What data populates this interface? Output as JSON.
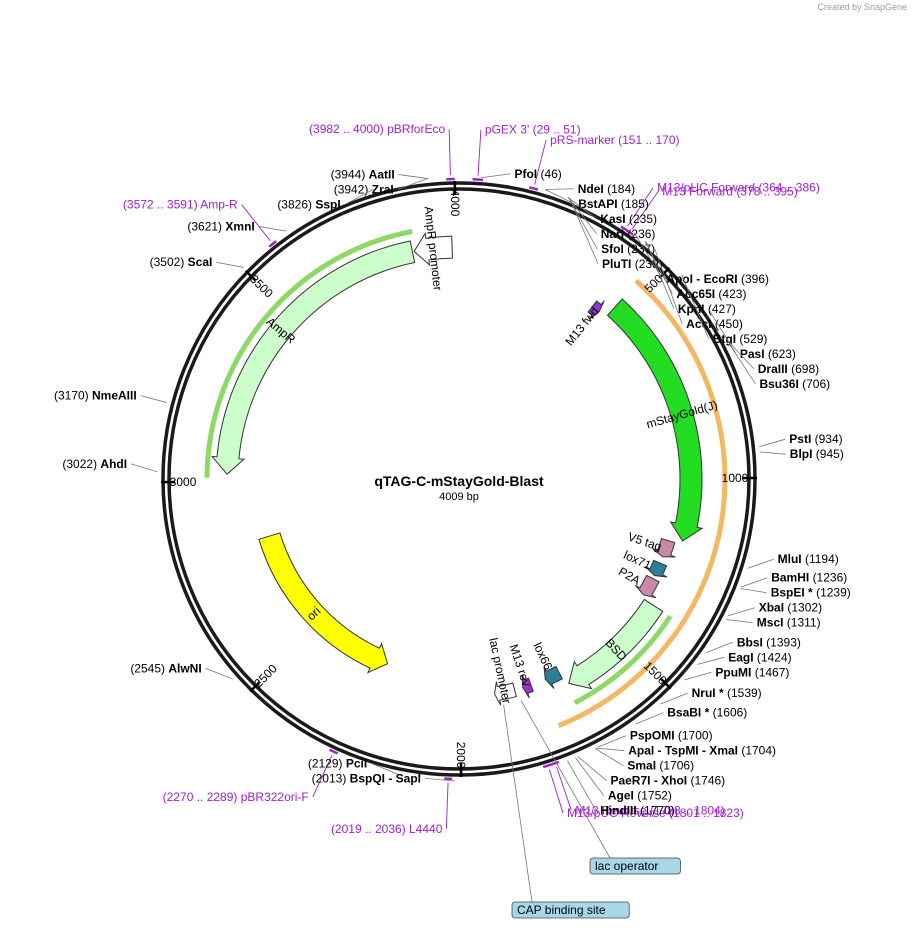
{
  "credit": "Created by SnapGene",
  "plasmid": {
    "name": "qTAG-C-mStayGold-Blast",
    "size_label": "4009 bp",
    "length": 4009
  },
  "ticks": [
    {
      "pos": 500,
      "label": "500"
    },
    {
      "pos": 1000,
      "label": "1000"
    },
    {
      "pos": 1500,
      "label": "1500"
    },
    {
      "pos": 2000,
      "label": "2000"
    },
    {
      "pos": 2500,
      "label": "2500"
    },
    {
      "pos": 3000,
      "label": "3000"
    },
    {
      "pos": 3500,
      "label": "3500"
    },
    {
      "pos": 4000,
      "label": "4000"
    }
  ],
  "sites_right": [
    {
      "pos": 46,
      "name": "PfoI",
      "coord": "(46)"
    },
    {
      "pos": 184,
      "name": "NdeI",
      "coord": "(184)"
    },
    {
      "pos": 185,
      "name": "BstAPI",
      "coord": "(185)"
    },
    {
      "pos": 235,
      "name": "KasI",
      "coord": "(235)"
    },
    {
      "pos": 236,
      "name": "NarI",
      "coord": "(236)"
    },
    {
      "pos": 237,
      "name": "SfoI",
      "coord": "(237)"
    },
    {
      "pos": 239,
      "name": "PluTI",
      "coord": "(239)"
    },
    {
      "pos": 396,
      "name": "ApoI - EcoRI",
      "coord": "(396)"
    },
    {
      "pos": 423,
      "name": "Acc65I",
      "coord": "(423)"
    },
    {
      "pos": 427,
      "name": "KpnI",
      "coord": "(427)"
    },
    {
      "pos": 450,
      "name": "AccI",
      "coord": "(450)"
    },
    {
      "pos": 529,
      "name": "BtgI",
      "coord": "(529)"
    },
    {
      "pos": 623,
      "name": "PasI",
      "coord": "(623)"
    },
    {
      "pos": 698,
      "name": "DraIII",
      "coord": "(698)"
    },
    {
      "pos": 706,
      "name": "Bsu36I",
      "coord": "(706)"
    },
    {
      "pos": 934,
      "name": "PstI",
      "coord": "(934)"
    },
    {
      "pos": 945,
      "name": "BlpI",
      "coord": "(945)"
    },
    {
      "pos": 1194,
      "name": "MluI",
      "coord": "(1194)"
    },
    {
      "pos": 1236,
      "name": "BamHI",
      "coord": "(1236)"
    },
    {
      "pos": 1239,
      "name": "BspEI *",
      "coord": "(1239)"
    },
    {
      "pos": 1302,
      "name": "XbaI",
      "coord": "(1302)"
    },
    {
      "pos": 1311,
      "name": "MscI",
      "coord": "(1311)"
    },
    {
      "pos": 1393,
      "name": "BbsI",
      "coord": "(1393)"
    },
    {
      "pos": 1424,
      "name": "EagI",
      "coord": "(1424)"
    },
    {
      "pos": 1467,
      "name": "PpuMI",
      "coord": "(1467)"
    },
    {
      "pos": 1539,
      "name": "NruI *",
      "coord": "(1539)"
    },
    {
      "pos": 1606,
      "name": "BsaBI *",
      "coord": "(1606)"
    },
    {
      "pos": 1700,
      "name": "PspOMI",
      "coord": "(1700)"
    },
    {
      "pos": 1704,
      "name": "ApaI - TspMI - XmaI",
      "coord": "(1704)"
    },
    {
      "pos": 1706,
      "name": "SmaI",
      "coord": "(1706)"
    },
    {
      "pos": 1746,
      "name": "PaeR7I - XhoI",
      "coord": "(1746)"
    },
    {
      "pos": 1752,
      "name": "AgeI",
      "coord": "(1752)"
    },
    {
      "pos": 1770,
      "name": "HindIII",
      "coord": "(1770)"
    }
  ],
  "sites_left": [
    {
      "pos": 3944,
      "name": "AatII",
      "coord": "(3944)"
    },
    {
      "pos": 3942,
      "name": "ZraI",
      "coord": "(3942)"
    },
    {
      "pos": 3826,
      "name": "SspI",
      "coord": "(3826)"
    },
    {
      "pos": 3621,
      "name": "XmnI",
      "coord": "(3621)"
    },
    {
      "pos": 3502,
      "name": "ScaI",
      "coord": "(3502)"
    },
    {
      "pos": 3170,
      "name": "NmeAIII",
      "coord": "(3170)"
    },
    {
      "pos": 3022,
      "name": "AhdI",
      "coord": "(3022)"
    },
    {
      "pos": 2545,
      "name": "AlwNI",
      "coord": "(2545)"
    },
    {
      "pos": 2129,
      "name": "PciI",
      "coord": "(2129)"
    },
    {
      "pos": 2013,
      "name": "BspQI - SapI",
      "coord": "(2013)"
    }
  ],
  "primers": [
    {
      "start": 3982,
      "end": 4000,
      "name": "pBRforEco",
      "coord": "(3982 .. 4000)",
      "side": "left"
    },
    {
      "start": 29,
      "end": 51,
      "name": "pGEX 3'",
      "coord": "(29 .. 51)",
      "side": "right"
    },
    {
      "start": 151,
      "end": 170,
      "name": "pRS-marker",
      "coord": "(151 .. 170)",
      "side": "right"
    },
    {
      "start": 364,
      "end": 386,
      "name": "M13/pUC Forward",
      "coord": "(364 .. 386)",
      "side": "right"
    },
    {
      "start": 378,
      "end": 395,
      "name": "M13 Forward",
      "coord": "(378 .. 395)",
      "side": "right"
    },
    {
      "start": 3572,
      "end": 3591,
      "name": "Amp-R",
      "coord": "(3572 .. 3591)",
      "side": "left"
    },
    {
      "start": 2270,
      "end": 2289,
      "name": "pBR322ori-F",
      "coord": "(2270 .. 2289)",
      "side": "left"
    },
    {
      "start": 2019,
      "end": 2036,
      "name": "L4440",
      "coord": "(2019 .. 2036)",
      "side": "left"
    },
    {
      "start": 1788,
      "end": 1804,
      "name": "M13 Reverse",
      "coord": "(1788 .. 1804)",
      "side": "right"
    },
    {
      "start": 1801,
      "end": 1823,
      "name": "M13/pUC Reverse",
      "coord": "(1801 .. 1823)",
      "side": "right"
    }
  ],
  "boxed_labels": [
    {
      "name": "lac operator",
      "pos": 1830
    },
    {
      "name": "CAP binding site",
      "pos": 1880
    }
  ],
  "features": [
    {
      "name": "AmpR promoter",
      "start": 3990,
      "end": 3885,
      "color": "#ffffff",
      "kind": "arrow"
    },
    {
      "name": "AmpR",
      "start": 3880,
      "end": 3020,
      "color": "#ccffcc",
      "kind": "arrow"
    },
    {
      "name": "ori",
      "start": 2820,
      "end": 2240,
      "color": "#ffff00",
      "kind": "arrow"
    },
    {
      "name": "M13 fwd",
      "start": 420,
      "end": 445,
      "color": "#9933cc",
      "kind": "small"
    },
    {
      "name": "mStayGold(J)",
      "start": 470,
      "end": 1175,
      "color": "#22dd22",
      "kind": "arrow"
    },
    {
      "name": "V5 tag",
      "start": 1185,
      "end": 1235,
      "color": "#cc88aa",
      "kind": "small"
    },
    {
      "name": "lox71",
      "start": 1255,
      "end": 1295,
      "color": "#2a7f99",
      "kind": "small"
    },
    {
      "name": "P2A",
      "start": 1305,
      "end": 1360,
      "color": "#cc88aa",
      "kind": "small"
    },
    {
      "name": "BSD",
      "start": 1370,
      "end": 1690,
      "color": "#ccffcc",
      "kind": "arrow"
    },
    {
      "name": "lox66",
      "start": 1700,
      "end": 1745,
      "color": "#2a7f99",
      "kind": "small"
    },
    {
      "name": "M13 rev",
      "start": 1790,
      "end": 1815,
      "color": "#9933cc",
      "kind": "small"
    },
    {
      "name": "lac promoter",
      "start": 1840,
      "end": 1900,
      "color": "#ffffff",
      "kind": "small"
    }
  ],
  "orf_arcs": [
    {
      "start": 3890,
      "end": 3010,
      "color": "#66cc33"
    },
    {
      "start": 465,
      "end": 1760,
      "color": "#f0a030"
    },
    {
      "start": 1370,
      "end": 1700,
      "color": "#66cc33"
    }
  ],
  "colors": {
    "backbone": "#1a1a1a",
    "primer": "#a020d0",
    "site_line": "#555555",
    "box_fill": "#a8d8e8"
  }
}
